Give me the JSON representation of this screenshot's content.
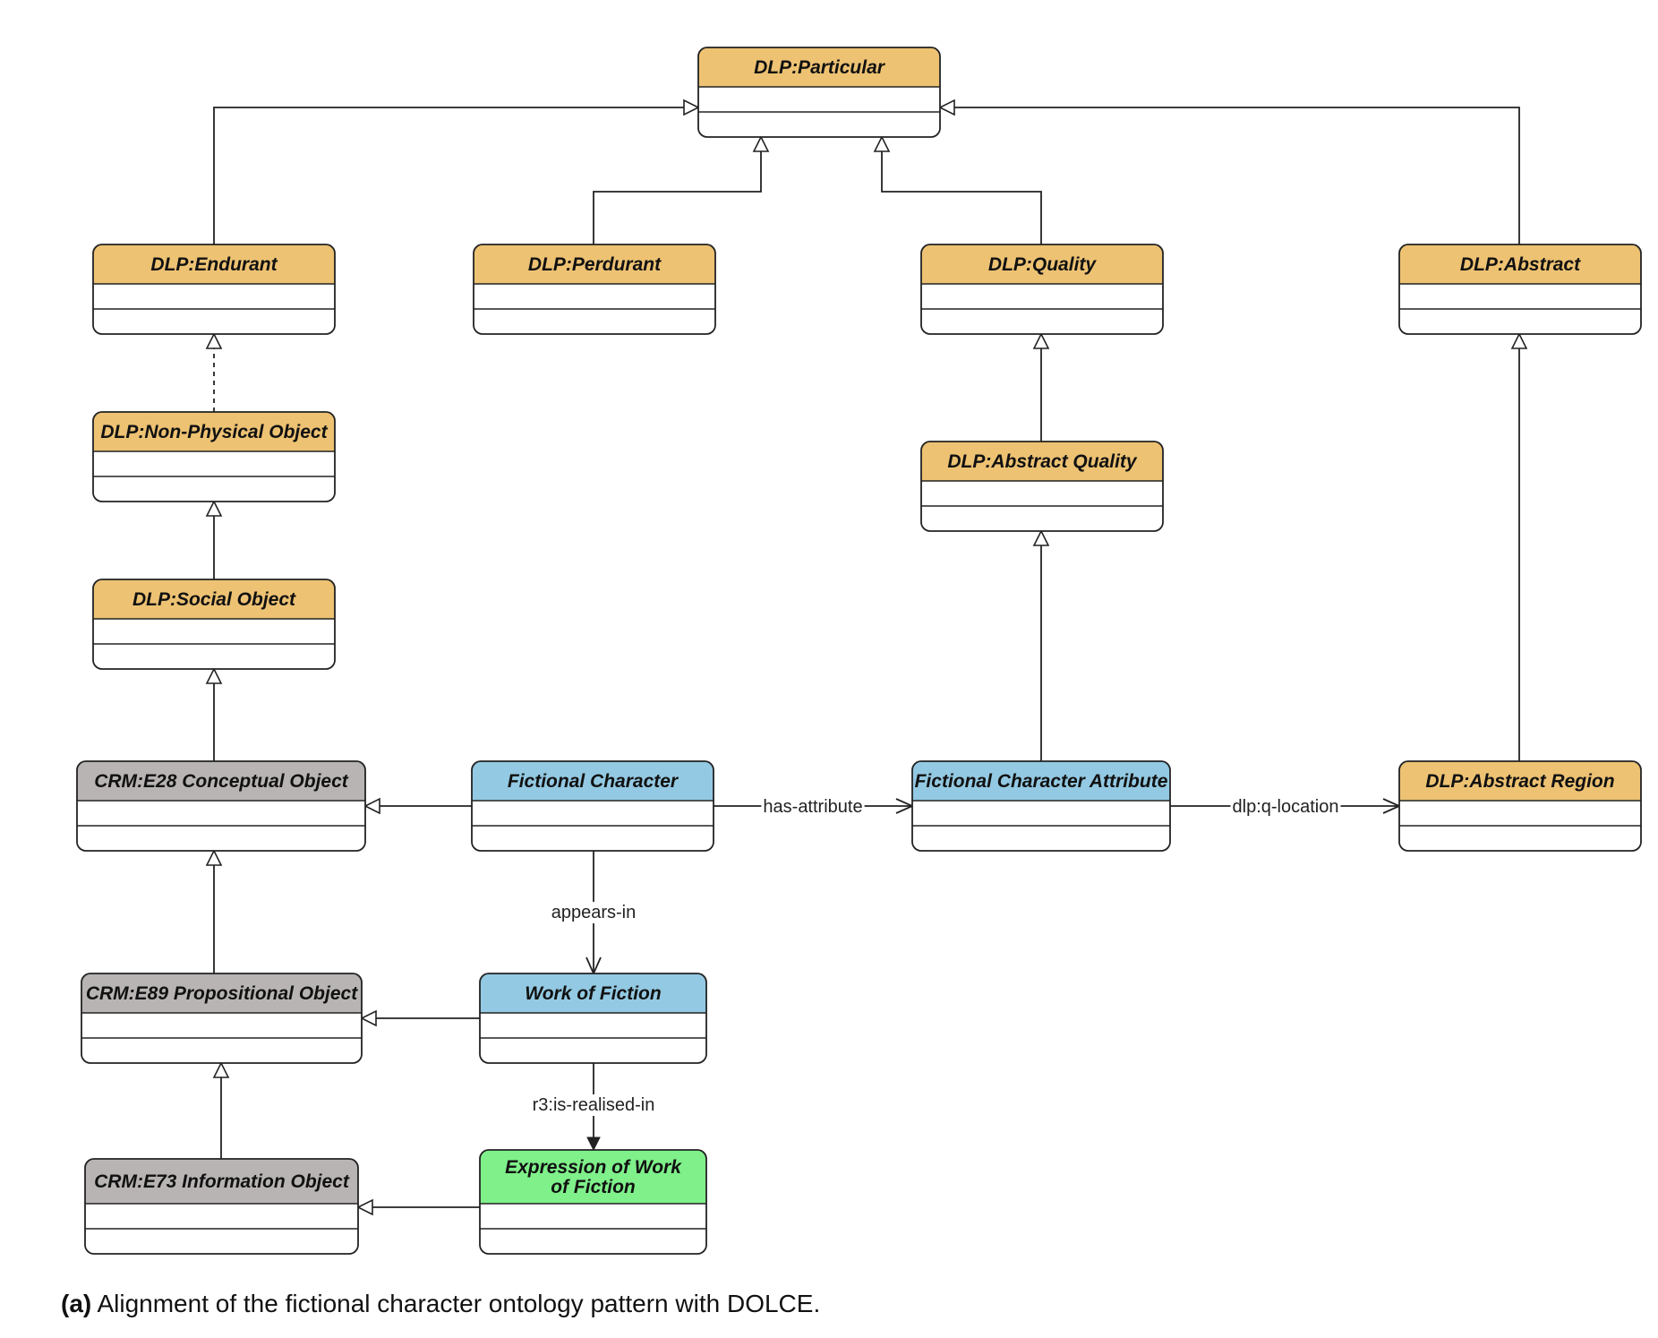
{
  "colors": {
    "dolce": "#edc273",
    "crm": "#b8b4b3",
    "pattern": "#93c9e2",
    "frbr": "#7ff08a",
    "line": "#222222"
  },
  "classes": {
    "particular": {
      "title": "DLP:Particular",
      "lines": [
        "DLP:Particular"
      ],
      "color": "dolce"
    },
    "endurant": {
      "title": "DLP:Endurant",
      "lines": [
        "DLP:Endurant"
      ],
      "color": "dolce"
    },
    "perdurant": {
      "title": "DLP:Perdurant",
      "lines": [
        "DLP:Perdurant"
      ],
      "color": "dolce"
    },
    "quality": {
      "title": "DLP:Quality",
      "lines": [
        "DLP:Quality"
      ],
      "color": "dolce"
    },
    "abstract": {
      "title": "DLP:Abstract",
      "lines": [
        "DLP:Abstract"
      ],
      "color": "dolce"
    },
    "non_physical_object": {
      "title": "DLP:Non-Physical Object",
      "lines": [
        "DLP:Non-Physical Object"
      ],
      "color": "dolce"
    },
    "abstract_quality": {
      "title": "DLP:Abstract Quality",
      "lines": [
        "DLP:Abstract Quality"
      ],
      "color": "dolce"
    },
    "social_object": {
      "title": "DLP:Social Object",
      "lines": [
        "DLP:Social Object"
      ],
      "color": "dolce"
    },
    "e28": {
      "title": "CRM:E28 Conceptual Object",
      "lines": [
        "CRM:E28 Conceptual Object"
      ],
      "color": "crm"
    },
    "fictional_character": {
      "title": "Fictional Character",
      "lines": [
        "Fictional Character"
      ],
      "color": "pattern"
    },
    "fc_attribute": {
      "title": "Fictional Character Attribute",
      "lines": [
        "Fictional Character Attribute"
      ],
      "color": "pattern"
    },
    "abstract_region": {
      "title": "DLP:Abstract Region",
      "lines": [
        "DLP:Abstract Region"
      ],
      "color": "dolce"
    },
    "e89": {
      "title": "CRM:E89 Propositional Object",
      "lines": [
        "CRM:E89 Propositional Object"
      ],
      "color": "crm"
    },
    "work_of_fiction": {
      "title": "Work of Fiction",
      "lines": [
        "Work of Fiction"
      ],
      "color": "pattern"
    },
    "e73": {
      "title": "CRM:E73 Information Object",
      "lines": [
        "CRM:E73 Information Object"
      ],
      "color": "crm"
    },
    "expression": {
      "title": "Expression of Work of Fiction",
      "lines": [
        "Expression of Work",
        "of Fiction"
      ],
      "color": "frbr"
    }
  },
  "relations": [
    {
      "from": "endurant",
      "to": "particular",
      "kind": "generalization"
    },
    {
      "from": "perdurant",
      "to": "particular",
      "kind": "generalization"
    },
    {
      "from": "quality",
      "to": "particular",
      "kind": "generalization"
    },
    {
      "from": "abstract",
      "to": "particular",
      "kind": "generalization"
    },
    {
      "from": "non_physical_object",
      "to": "endurant",
      "kind": "generalization-dashed"
    },
    {
      "from": "social_object",
      "to": "non_physical_object",
      "kind": "generalization"
    },
    {
      "from": "e28",
      "to": "social_object",
      "kind": "generalization"
    },
    {
      "from": "abstract_quality",
      "to": "quality",
      "kind": "generalization"
    },
    {
      "from": "fc_attribute",
      "to": "abstract_quality",
      "kind": "generalization"
    },
    {
      "from": "abstract_region",
      "to": "abstract",
      "kind": "generalization"
    },
    {
      "from": "fictional_character",
      "to": "e28",
      "kind": "generalization"
    },
    {
      "from": "e89",
      "to": "e28",
      "kind": "generalization"
    },
    {
      "from": "work_of_fiction",
      "to": "e89",
      "kind": "generalization"
    },
    {
      "from": "e73",
      "to": "e89",
      "kind": "generalization"
    },
    {
      "from": "expression",
      "to": "e73",
      "kind": "generalization"
    },
    {
      "from": "fictional_character",
      "to": "fc_attribute",
      "kind": "association",
      "label": "has-attribute"
    },
    {
      "from": "fc_attribute",
      "to": "abstract_region",
      "kind": "association",
      "label": "dlp:q-location"
    },
    {
      "from": "fictional_character",
      "to": "work_of_fiction",
      "kind": "association",
      "label": "appears-in"
    },
    {
      "from": "work_of_fiction",
      "to": "expression",
      "kind": "association-filled",
      "label": "r3:is-realised-in"
    }
  ],
  "caption": {
    "label": "(a)",
    "text": "Alignment of the fictional character ontology pattern with DOLCE."
  }
}
